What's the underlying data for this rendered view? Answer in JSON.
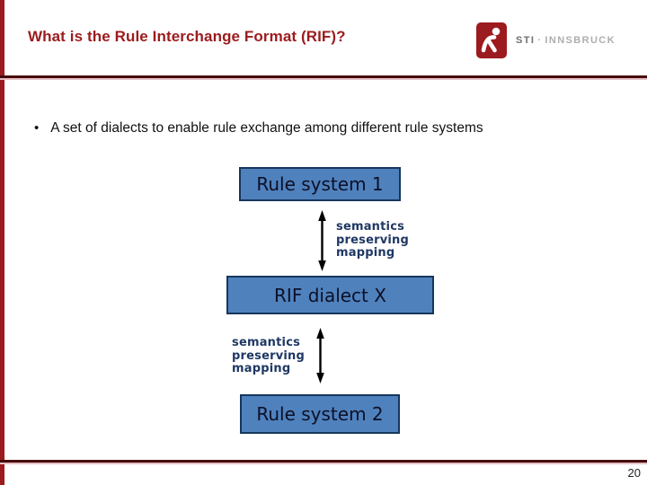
{
  "slide": {
    "title": "What is the Rule Interchange Format (RIF)?",
    "bullet_glyph": "•",
    "bullet_text": "A set of dialects to enable rule exchange among different rule systems",
    "page_number": "20"
  },
  "logo": {
    "icon_name": "sti-runner-icon",
    "org": "STI",
    "separator": "·",
    "location": "INNSBRUCK"
  },
  "diagram": {
    "boxes": [
      {
        "label": "Rule system 1"
      },
      {
        "label": "RIF dialect X"
      },
      {
        "label": "Rule system 2"
      }
    ],
    "mappings": [
      {
        "lines": [
          "semantics",
          "preserving",
          "mapping"
        ]
      },
      {
        "lines": [
          "semantics",
          "preserving",
          "mapping"
        ]
      }
    ]
  },
  "colors": {
    "accent_red": "#9b1b1e",
    "rule_dark": "#460b0e",
    "rule_pink": "#e4bfc2",
    "box_fill": "#4f81bd",
    "box_border": "#16365c",
    "box_text": "#0c1026",
    "mapping_text": "#1f3864",
    "arrow_black": "#000000"
  }
}
